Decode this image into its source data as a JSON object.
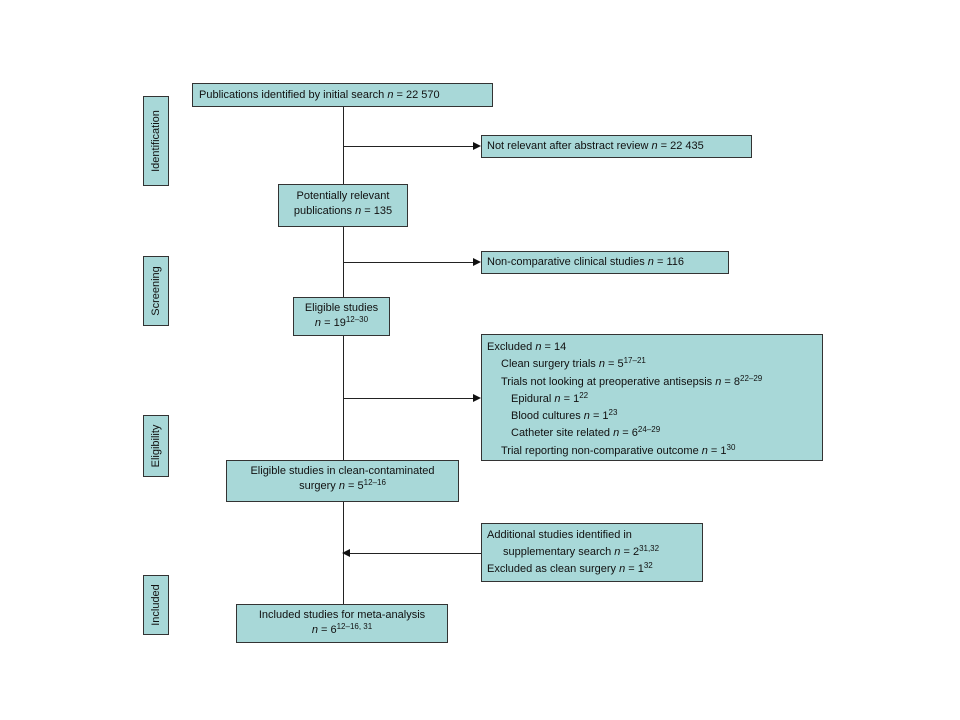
{
  "stages": {
    "identification": "Identification",
    "screening": "Screening",
    "eligibility": "Eligibility",
    "included": "Included"
  },
  "initial_search": {
    "label": "Publications identified by initial search",
    "n_prefix": "n",
    "eq": " = 22 570"
  },
  "not_relevant": {
    "label": "Not relevant after abstract review",
    "n_prefix": "n",
    "eq": " = 22 435"
  },
  "potentially_relevant": {
    "line1": "Potentially relevant",
    "line2_label": "publications ",
    "n_prefix": "n",
    "eq": " = 135"
  },
  "non_comparative": {
    "label": "Non-comparative clinical studies",
    "n_prefix": "n",
    "eq": " = 116"
  },
  "eligible_studies": {
    "line1": "Eligible studies",
    "n_prefix": "n",
    "eq": " = 19",
    "sup": "12–30"
  },
  "excluded": {
    "header_label": "Excluded ",
    "header_n": "n",
    "header_eq": " = 14",
    "items": [
      {
        "label": "Clean surgery trials ",
        "n": "n",
        "eq": " = 5",
        "sup": "17–21"
      },
      {
        "label": "Trials not looking at preoperative antisepsis ",
        "n": "n",
        "eq": " = 8",
        "sup": "22–29"
      },
      {
        "label": "Epidural ",
        "n": "n",
        "eq": " = 1",
        "sup": "22"
      },
      {
        "label": "Blood cultures ",
        "n": "n",
        "eq": " = 1",
        "sup": "23"
      },
      {
        "label": "Catheter site related ",
        "n": "n",
        "eq": " = 6",
        "sup": "24–29"
      },
      {
        "label": "Trial reporting non-comparative outcome ",
        "n": "n",
        "eq": " = 1",
        "sup": "30"
      }
    ]
  },
  "eligible_clean_contaminated": {
    "line1": "Eligible studies in clean-contaminated",
    "line2_label": "surgery ",
    "n_prefix": "n",
    "eq": " = 5",
    "sup": "12–16"
  },
  "additional": {
    "line1": "Additional studies identified in",
    "line2_label": "supplementary search ",
    "line2_n": "n",
    "line2_eq": " = 2",
    "line2_sup": "31,32",
    "line3_label": "Excluded as clean surgery ",
    "line3_n": "n",
    "line3_eq": " = 1",
    "line3_sup": "32"
  },
  "included_studies": {
    "line1": "Included studies for meta-analysis",
    "n_prefix": "n",
    "eq": " = 6",
    "sup": "12–16, 31"
  },
  "colors": {
    "box_fill": "#a8d8d8",
    "border": "#333333",
    "line": "#222222"
  }
}
